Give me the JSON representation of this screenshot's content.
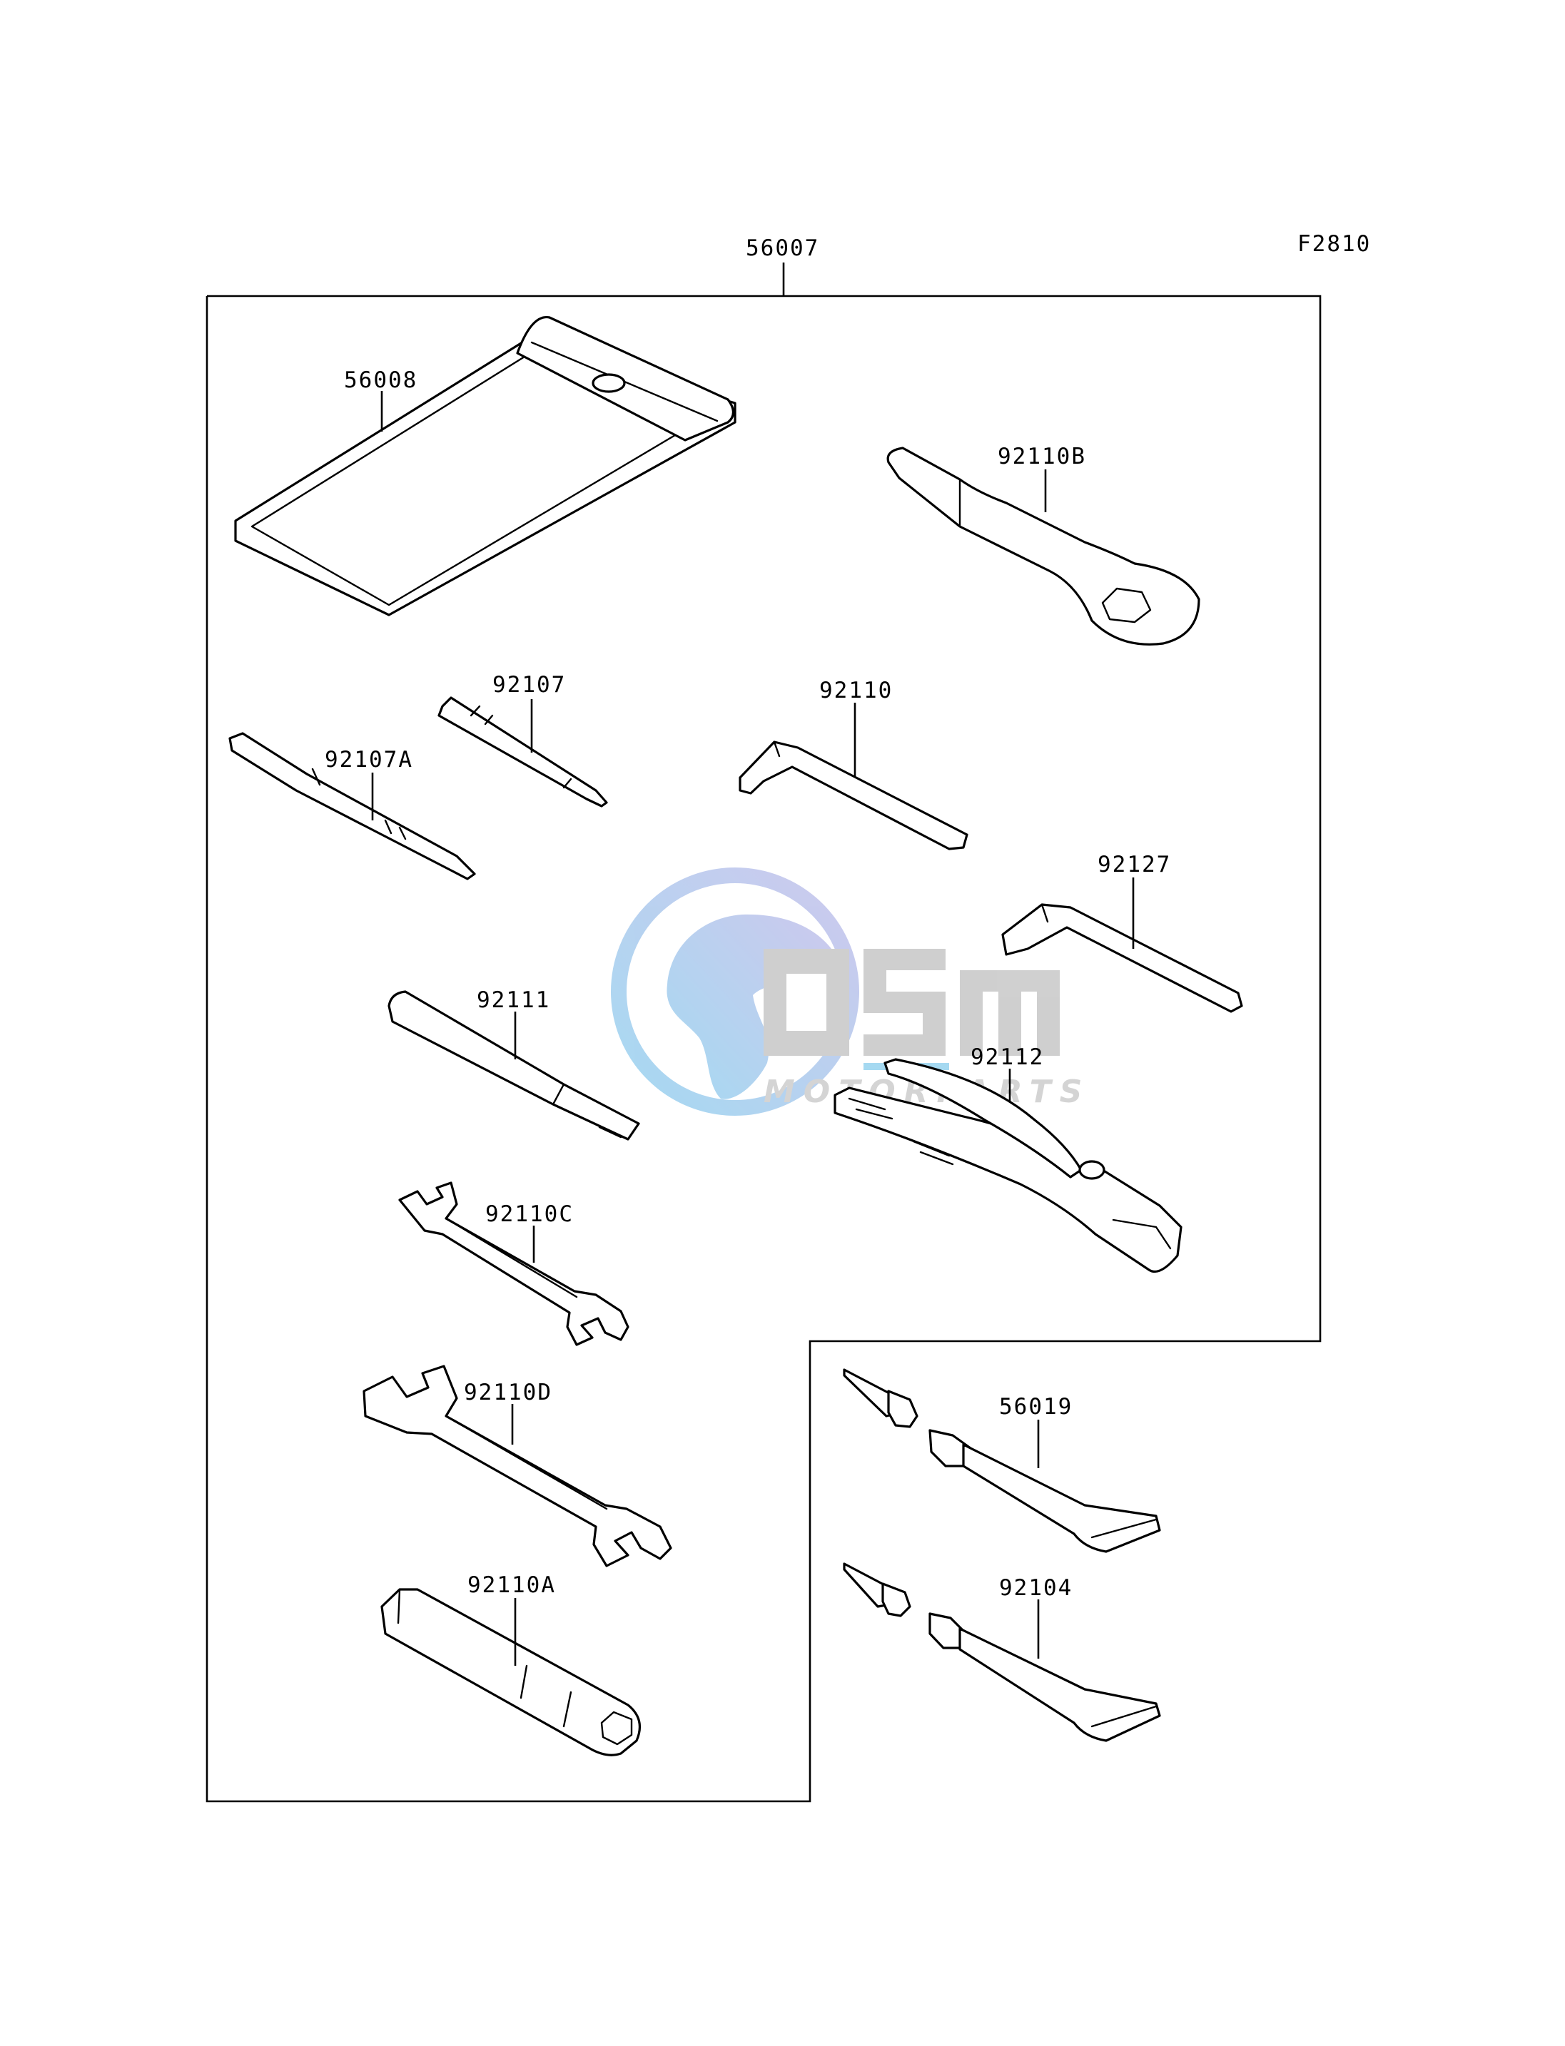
{
  "figure_code": "F2810",
  "kit_label": "56007",
  "parts": {
    "tool_bag": "56008",
    "box_wrench": "92110B",
    "screwdriver_double": "92107A",
    "screwdriver_bit": "92107",
    "hex_key_small": "92110",
    "hex_key_large": "92127",
    "handle_bar": "92111",
    "pliers": "92112",
    "wrench_small": "92110C",
    "wrench_large": "92110D",
    "plug_wrench": "92110A",
    "grease_tube_1": "56019",
    "grease_tube_2": "92104"
  },
  "watermark": {
    "brand": "OSM",
    "subtitle": "MOTORPARTS",
    "colors": {
      "globe_blue": "#2ba6e0",
      "globe_purple": "#8a7fd6",
      "grey": "#8f8f8f"
    }
  }
}
